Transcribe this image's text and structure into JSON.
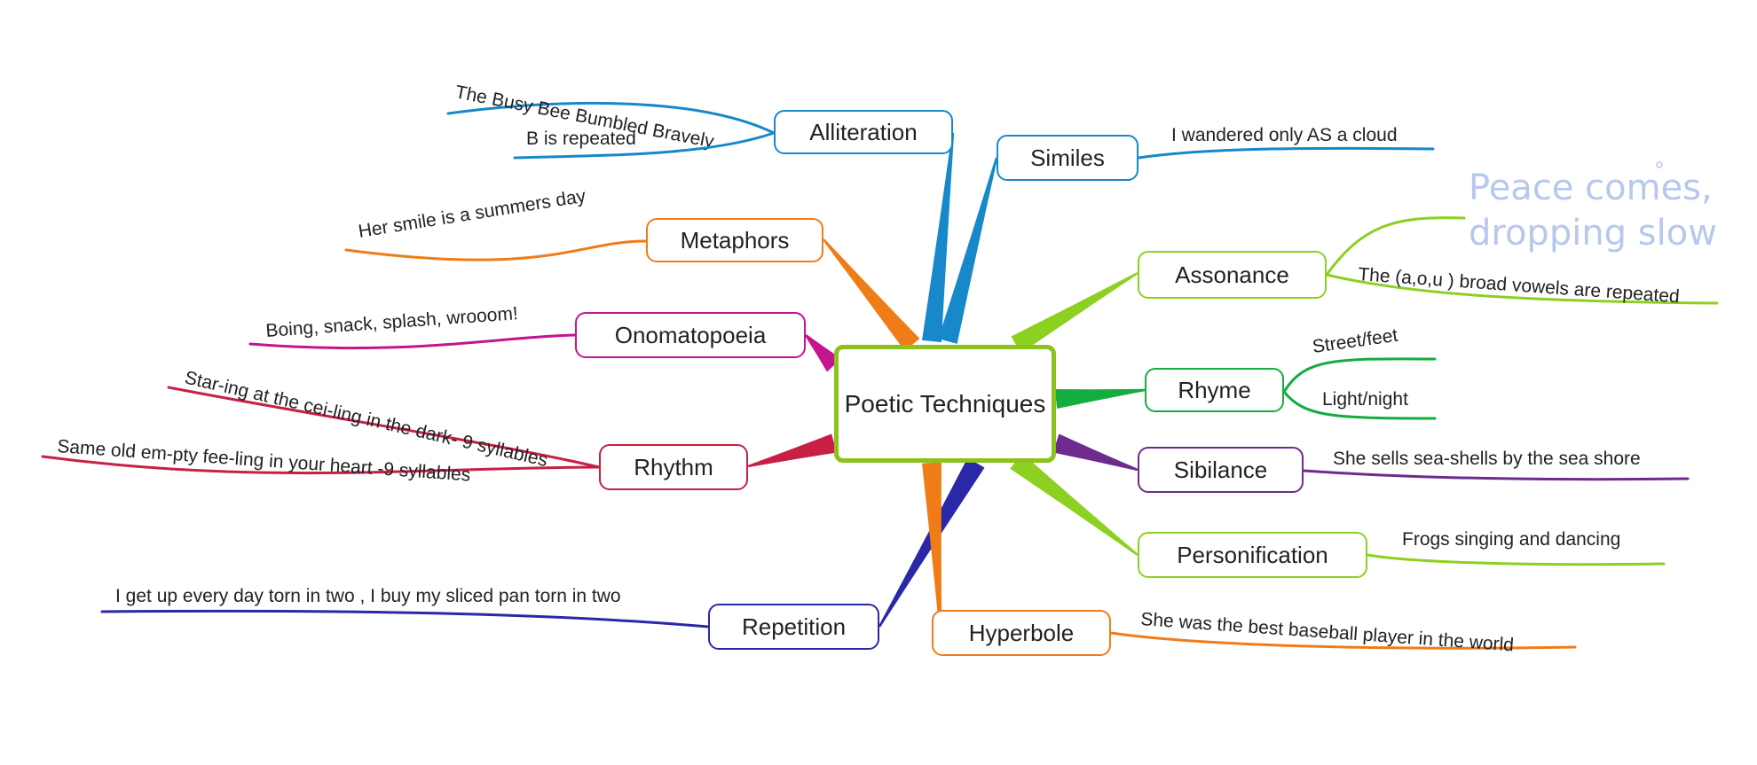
{
  "central": {
    "label": "Poetic Techniques",
    "color": "#8cc21e"
  },
  "branches": [
    {
      "id": "alliteration",
      "label": "Alliteration",
      "color": "#1788c9",
      "details": [
        "The Busy Bee Bumbled Bravely",
        "B is repeated"
      ]
    },
    {
      "id": "similes",
      "label": "Similes",
      "color": "#1788c9",
      "details": [
        "I wandered only AS a cloud"
      ]
    },
    {
      "id": "metaphors",
      "label": "Metaphors",
      "color": "#f07c18",
      "details": [
        "Her smile is a summers day"
      ]
    },
    {
      "id": "assonance",
      "label": "Assonance",
      "color": "#8cd021",
      "details": [
        "The (a,o,u ) broad vowels are repeated"
      ]
    },
    {
      "id": "onomatopoeia",
      "label": "Onomatopoeia",
      "color": "#c4148f",
      "details": [
        "Boing, snack, splash, wrooom!"
      ]
    },
    {
      "id": "rhyme",
      "label": "Rhyme",
      "color": "#15ad40",
      "details": [
        "Street/feet",
        "Light/night"
      ]
    },
    {
      "id": "rhythm",
      "label": "Rhythm",
      "color": "#c81f45",
      "details": [
        "Star-ing at the cei-ling in the dark- 9 syllables",
        "Same old em-pty fee-ling in your heart -9 syllables"
      ]
    },
    {
      "id": "sibilance",
      "label": "Sibilance",
      "color": "#6e2a8d",
      "details": [
        "She sells sea-shells by the sea shore"
      ]
    },
    {
      "id": "personification",
      "label": "Personification",
      "color": "#8cd021",
      "details": [
        "Frogs singing and dancing"
      ]
    },
    {
      "id": "repetition",
      "label": "Repetition",
      "color": "#2a28a6",
      "details": [
        "I get up every day torn in two , I buy my sliced pan torn in two"
      ]
    },
    {
      "id": "hyperbole",
      "label": "Hyperbole",
      "color": "#f07c18",
      "details": [
        "She was the best baseball player in the world"
      ]
    }
  ],
  "handwritten_note": {
    "lines": [
      "Peace comes,",
      "dropping slow"
    ],
    "color": "#b7c8ee"
  }
}
